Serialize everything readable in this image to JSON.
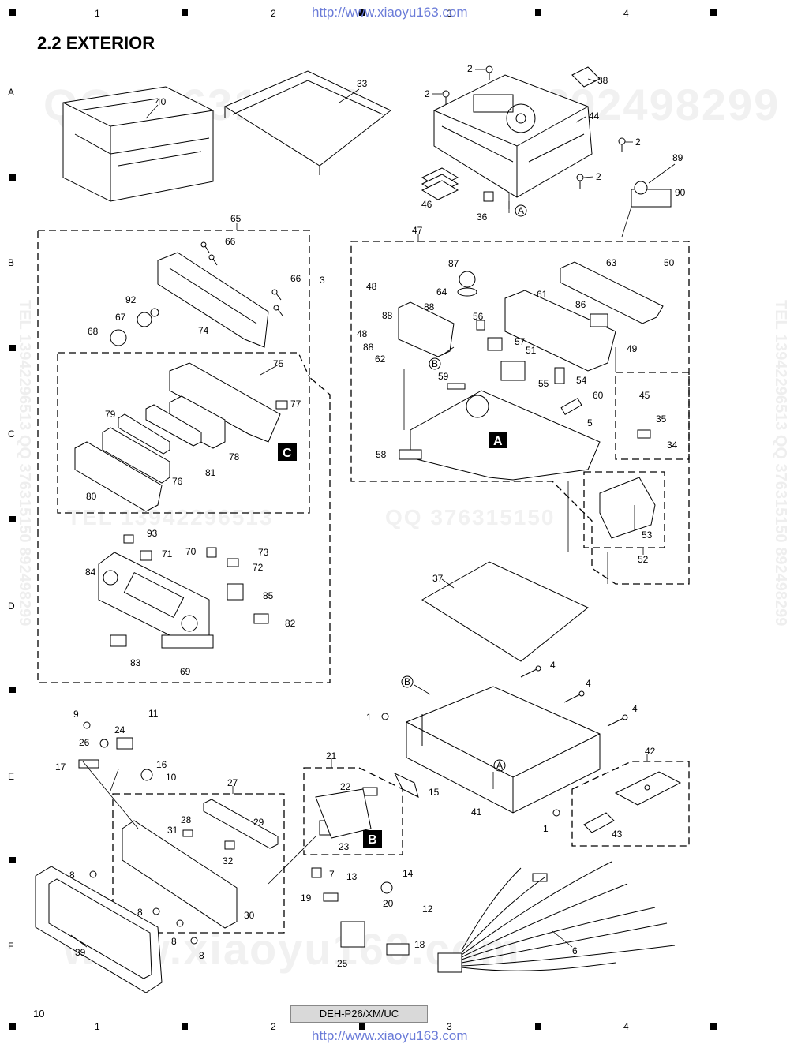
{
  "header": {
    "title": "2.2  EXTERIOR",
    "url_top": "http://www.xiaoyu163.com",
    "url_bottom": "http://www.xiaoyu163.com"
  },
  "grid": {
    "columns": [
      "1",
      "2",
      "3",
      "4"
    ],
    "rows": [
      "A",
      "B",
      "C",
      "D",
      "E",
      "F"
    ]
  },
  "footer": {
    "page_number": "10",
    "model": "DEH-P26/XM/UC"
  },
  "watermarks": {
    "qq_a": "QQ 376315150",
    "qq_b": "892498299",
    "tel": "TEL 13942296513",
    "qq_c": "QQ 376315150",
    "side_right": "TEL 13942296513   QQ 376315150   892498299",
    "side_left": "TEL 13942296513   QQ 376315150   892498299",
    "bottom": "www.xiaoyu163.com"
  },
  "section_boxes": {
    "A": "A",
    "B": "B",
    "C": "C"
  },
  "circled_refs": {
    "a1": "A",
    "a2": "A",
    "b1": "B",
    "b2": "B"
  },
  "part_labels": [
    {
      "id": "p40",
      "text": "40"
    },
    {
      "id": "p33",
      "text": "33"
    },
    {
      "id": "p2a",
      "text": "2"
    },
    {
      "id": "p2b",
      "text": "2"
    },
    {
      "id": "p38",
      "text": "38"
    },
    {
      "id": "p44",
      "text": "44"
    },
    {
      "id": "p2c",
      "text": "2"
    },
    {
      "id": "p2d",
      "text": "2"
    },
    {
      "id": "p89",
      "text": "89"
    },
    {
      "id": "p90",
      "text": "90"
    },
    {
      "id": "p46",
      "text": "46"
    },
    {
      "id": "p36",
      "text": "36"
    },
    {
      "id": "p65",
      "text": "65"
    },
    {
      "id": "p66a",
      "text": "66"
    },
    {
      "id": "p66b",
      "text": "66"
    },
    {
      "id": "p92",
      "text": "92"
    },
    {
      "id": "p67",
      "text": "67"
    },
    {
      "id": "p68",
      "text": "68"
    },
    {
      "id": "p74",
      "text": "74"
    },
    {
      "id": "p75",
      "text": "75"
    },
    {
      "id": "p77",
      "text": "77"
    },
    {
      "id": "p79",
      "text": "79"
    },
    {
      "id": "p78",
      "text": "78"
    },
    {
      "id": "p81",
      "text": "81"
    },
    {
      "id": "p76",
      "text": "76"
    },
    {
      "id": "p80",
      "text": "80"
    },
    {
      "id": "p93",
      "text": "93"
    },
    {
      "id": "p71",
      "text": "71"
    },
    {
      "id": "p70",
      "text": "70"
    },
    {
      "id": "p73",
      "text": "73"
    },
    {
      "id": "p72",
      "text": "72"
    },
    {
      "id": "p84",
      "text": "84"
    },
    {
      "id": "p85",
      "text": "85"
    },
    {
      "id": "p82",
      "text": "82"
    },
    {
      "id": "p83",
      "text": "83"
    },
    {
      "id": "p69",
      "text": "69"
    },
    {
      "id": "p47",
      "text": "47"
    },
    {
      "id": "p3",
      "text": "3"
    },
    {
      "id": "p48a",
      "text": "48"
    },
    {
      "id": "p88a",
      "text": "88"
    },
    {
      "id": "p88b",
      "text": "88"
    },
    {
      "id": "p48b",
      "text": "48"
    },
    {
      "id": "p88c",
      "text": "88"
    },
    {
      "id": "p62",
      "text": "62"
    },
    {
      "id": "p87",
      "text": "87"
    },
    {
      "id": "p64",
      "text": "64"
    },
    {
      "id": "p61",
      "text": "61"
    },
    {
      "id": "p63",
      "text": "63"
    },
    {
      "id": "p50",
      "text": "50"
    },
    {
      "id": "p86",
      "text": "86"
    },
    {
      "id": "p56",
      "text": "56"
    },
    {
      "id": "p57",
      "text": "57"
    },
    {
      "id": "p51",
      "text": "51"
    },
    {
      "id": "p49",
      "text": "49"
    },
    {
      "id": "p59",
      "text": "59"
    },
    {
      "id": "p55",
      "text": "55"
    },
    {
      "id": "p54",
      "text": "54"
    },
    {
      "id": "p60",
      "text": "60"
    },
    {
      "id": "p45",
      "text": "45"
    },
    {
      "id": "p35",
      "text": "35"
    },
    {
      "id": "p5",
      "text": "5"
    },
    {
      "id": "p34",
      "text": "34"
    },
    {
      "id": "p58",
      "text": "58"
    },
    {
      "id": "p53",
      "text": "53"
    },
    {
      "id": "p52",
      "text": "52"
    },
    {
      "id": "p37",
      "text": "37"
    },
    {
      "id": "p4a",
      "text": "4"
    },
    {
      "id": "p4b",
      "text": "4"
    },
    {
      "id": "p4c",
      "text": "4"
    },
    {
      "id": "p1a",
      "text": "1"
    },
    {
      "id": "p1b",
      "text": "1"
    },
    {
      "id": "p41",
      "text": "41"
    },
    {
      "id": "p42",
      "text": "42"
    },
    {
      "id": "p43",
      "text": "43"
    },
    {
      "id": "p9",
      "text": "9"
    },
    {
      "id": "p11",
      "text": "11"
    },
    {
      "id": "p24",
      "text": "24"
    },
    {
      "id": "p26",
      "text": "26"
    },
    {
      "id": "p17",
      "text": "17"
    },
    {
      "id": "p16",
      "text": "16"
    },
    {
      "id": "p10",
      "text": "10"
    },
    {
      "id": "p27",
      "text": "27"
    },
    {
      "id": "p21",
      "text": "21"
    },
    {
      "id": "p22",
      "text": "22"
    },
    {
      "id": "p15",
      "text": "15"
    },
    {
      "id": "p28",
      "text": "28"
    },
    {
      "id": "p29",
      "text": "29"
    },
    {
      "id": "p31",
      "text": "31"
    },
    {
      "id": "p32",
      "text": "32"
    },
    {
      "id": "p23",
      "text": "23"
    },
    {
      "id": "p7",
      "text": "7"
    },
    {
      "id": "p13",
      "text": "13"
    },
    {
      "id": "p14",
      "text": "14"
    },
    {
      "id": "p19",
      "text": "19"
    },
    {
      "id": "p20",
      "text": "20"
    },
    {
      "id": "p12",
      "text": "12"
    },
    {
      "id": "p8a",
      "text": "8"
    },
    {
      "id": "p8b",
      "text": "8"
    },
    {
      "id": "p8c",
      "text": "8"
    },
    {
      "id": "p8d",
      "text": "8"
    },
    {
      "id": "p30",
      "text": "30"
    },
    {
      "id": "p18",
      "text": "18"
    },
    {
      "id": "p25",
      "text": "25"
    },
    {
      "id": "p39",
      "text": "39"
    },
    {
      "id": "p6",
      "text": "6"
    }
  ]
}
